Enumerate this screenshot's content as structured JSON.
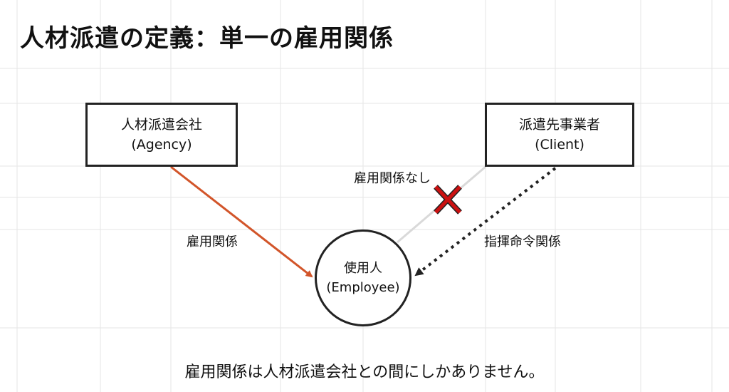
{
  "title": "人材派遣の定義：単一の雇用関係",
  "nodes": {
    "agency": {
      "name": "人材派遣会社",
      "en": "(Agency)"
    },
    "client": {
      "name": "派遣先事業者",
      "en": "(Client)"
    },
    "employee": {
      "name": "使用人",
      "en": "(Employee)"
    }
  },
  "edges": {
    "employment": {
      "label": "雇用関係",
      "color": "#d2552a"
    },
    "no_employment": {
      "label": "雇用関係なし",
      "color": "#d9d9d9",
      "mark_color": "#cc1111"
    },
    "command": {
      "label": "指揮命令関係",
      "color": "#222222"
    }
  },
  "note": "雇用関係は人材派遣会社との間にしかありません。"
}
